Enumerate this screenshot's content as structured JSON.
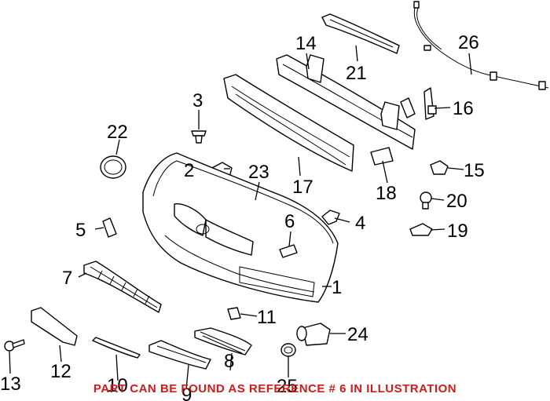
{
  "callouts": {
    "c1": "1",
    "c2": "2",
    "c3": "3",
    "c4": "4",
    "c5": "5",
    "c6": "6",
    "c7": "7",
    "c8": "8",
    "c9": "9",
    "c10": "10",
    "c11": "11",
    "c12": "12",
    "c13": "13",
    "c14": "14",
    "c15": "15",
    "c16": "16",
    "c17": "17",
    "c18": "18",
    "c19": "19",
    "c20": "20",
    "c21": "21",
    "c22": "22",
    "c23": "23",
    "c24": "24",
    "c25": "25",
    "c26": "26"
  },
  "footer": {
    "note": "PART CAN BE FOUND AS REFERENCE # 6 IN ILLUSTRATION"
  },
  "colors": {
    "line": "#000000",
    "note": "#d11a1a",
    "background": "#ffffff"
  }
}
